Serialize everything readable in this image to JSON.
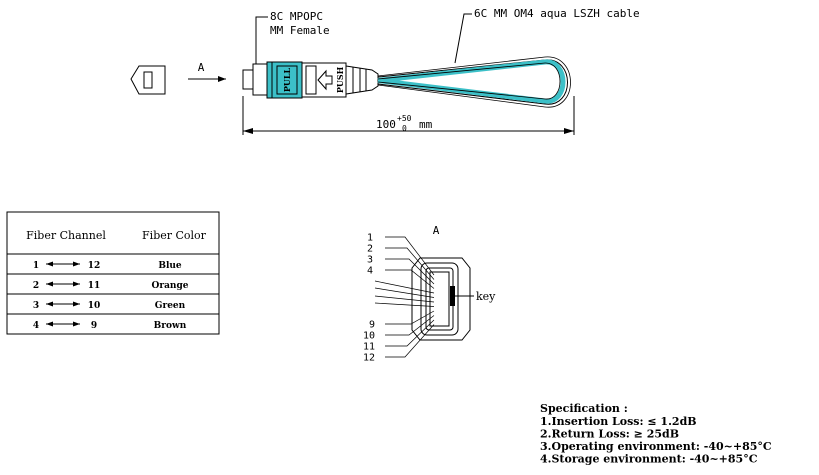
{
  "top_view": {
    "connector_label_line1": "8C MPOPC",
    "connector_label_line2": "MM Female",
    "cable_label": "6C MM OM4 aqua LSZH cable",
    "view_arrow_label": "A",
    "pull_label": "PULL",
    "push_label": "PUSH",
    "length_base": "100",
    "length_tol_upper": "+50",
    "length_tol_lower": "0",
    "length_unit": "mm"
  },
  "fiber_table": {
    "headers": [
      "Fiber Channel",
      "Fiber Color"
    ],
    "rows": [
      {
        "from": "1",
        "to": "12",
        "color": "Blue"
      },
      {
        "from": "2",
        "to": "11",
        "color": "Orange"
      },
      {
        "from": "3",
        "to": "10",
        "color": "Green"
      },
      {
        "from": "4",
        "to": "9",
        "color": "Brown"
      }
    ]
  },
  "end_view": {
    "title": "A",
    "key_label": "key",
    "pin_labels_top": [
      "1",
      "2",
      "3",
      "4"
    ],
    "pin_labels_bottom": [
      "9",
      "10",
      "11",
      "12"
    ]
  },
  "specification": {
    "title": "Specification :",
    "items": [
      "1.Insertion Loss: ≤ 1.2dB",
      "2.Return Loss: ≥ 25dB",
      "3.Operating environment: -40~+85°C",
      "4.Storage environment: -40~+85°C"
    ]
  },
  "colors": {
    "cable_aqua": "#3cc0c8",
    "line": "#000000",
    "background": "#ffffff"
  }
}
